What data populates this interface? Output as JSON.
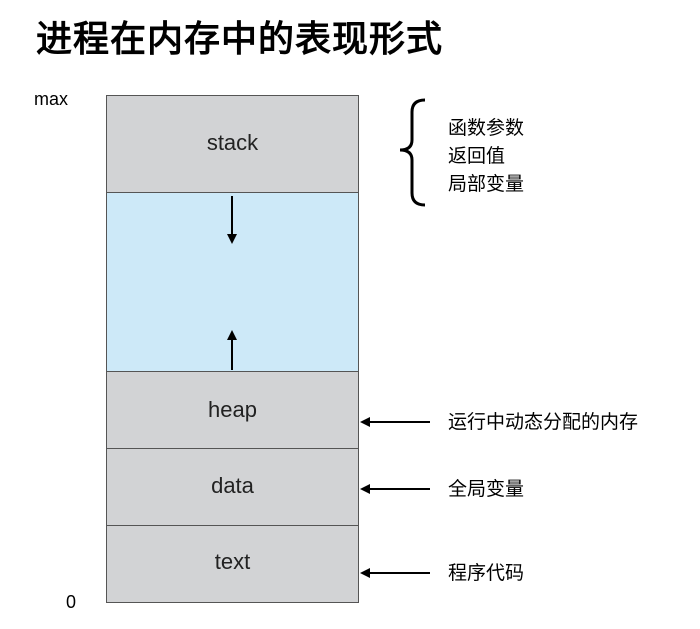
{
  "title": "进程在内存中的表现形式",
  "axis": {
    "max_label": "max",
    "min_label": "0"
  },
  "segments": {
    "stack": "stack",
    "free": "",
    "heap": "heap",
    "data": "data",
    "text": "text"
  },
  "notes": {
    "stack": [
      "函数参数",
      "返回值",
      "局部变量"
    ],
    "heap": "运行中动态分配的内存",
    "data": "全局变量",
    "text": "程序代码"
  },
  "colors": {
    "segment_gray": "#d2d3d5",
    "free_blue": "#cde9f8",
    "border": "#555555"
  },
  "icons": [
    "down-arrow-icon",
    "up-arrow-icon",
    "left-arrow-icon",
    "curly-brace-icon"
  ]
}
